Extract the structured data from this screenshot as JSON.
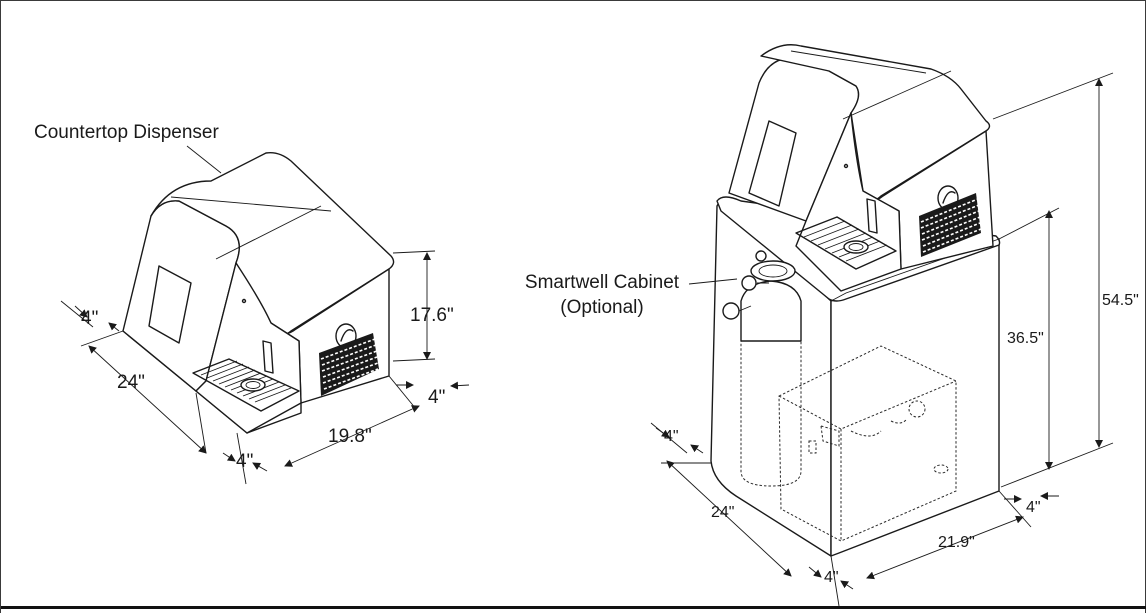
{
  "labels": {
    "countertop": "Countertop Dispenser",
    "smartwell_line1": "Smartwell Cabinet",
    "smartwell_line2": "(Optional)"
  },
  "countertop_dims": {
    "height": "17.6\"",
    "depth": "24\"",
    "width": "19.8\"",
    "back_clearance": "4\"",
    "side_clearance_right": "4\"",
    "side_clearance_front": "4\""
  },
  "cabinet_dims": {
    "total_height": "54.5\"",
    "cabinet_height": "36.5\"",
    "depth": "24\"",
    "width": "21.9\"",
    "back_clearance": "4\"",
    "side_clearance_right": "4\"",
    "side_clearance_front": "4\""
  },
  "colors": {
    "line": "#1a1a1a",
    "background": "#ffffff"
  }
}
